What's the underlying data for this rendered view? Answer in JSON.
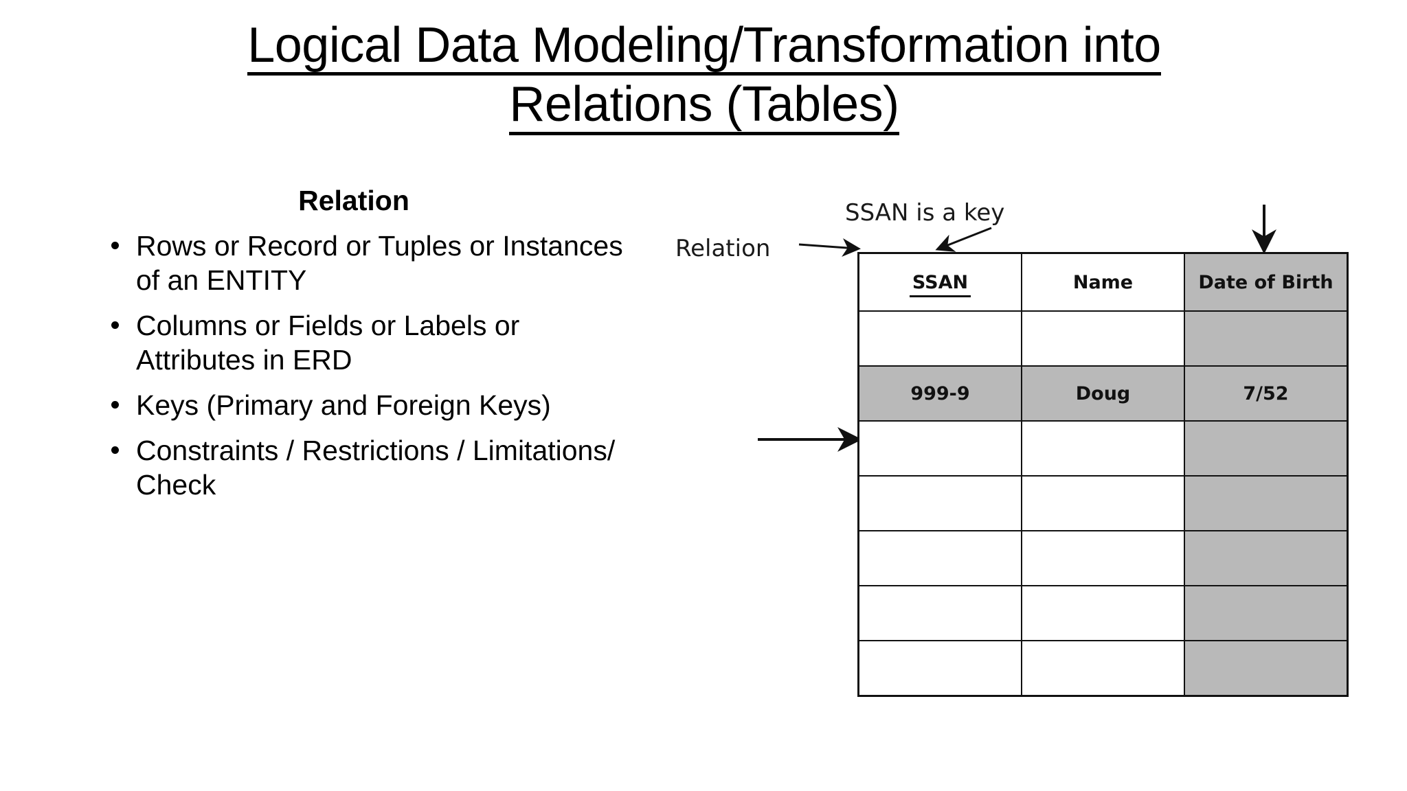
{
  "slide": {
    "title_line1": "Logical Data Modeling/Transformation into",
    "title_line2": "Relations (Tables)",
    "section_heading": "Relation",
    "bullets": [
      "Rows or Record or Tuples or Instances of an ENTITY",
      "Columns or Fields or Labels or Attributes in ERD",
      "Keys (Primary and Foreign Keys)",
      "Constraints / Restrictions / Limitations/ Check"
    ]
  },
  "figure": {
    "annotations": {
      "relation_label": "Relation",
      "key_label": "SSAN is a key"
    },
    "table": {
      "headers": [
        "SSAN",
        "Name",
        "Date of Birth"
      ],
      "key_column": "SSAN",
      "shaded_column": "Date of Birth",
      "rows": [
        {
          "cells": [
            "",
            "",
            ""
          ],
          "highlighted": false
        },
        {
          "cells": [
            "999-9",
            "Doug",
            "7/52"
          ],
          "highlighted": true
        },
        {
          "cells": [
            "",
            "",
            ""
          ],
          "highlighted": false
        },
        {
          "cells": [
            "",
            "",
            ""
          ],
          "highlighted": false
        },
        {
          "cells": [
            "",
            "",
            ""
          ],
          "highlighted": false
        },
        {
          "cells": [
            "",
            "",
            ""
          ],
          "highlighted": false
        },
        {
          "cells": [
            "",
            "",
            ""
          ],
          "highlighted": false
        }
      ]
    }
  },
  "colors": {
    "shade_gray": "#b9b9b9",
    "line_black": "#111111",
    "background": "#ffffff"
  }
}
